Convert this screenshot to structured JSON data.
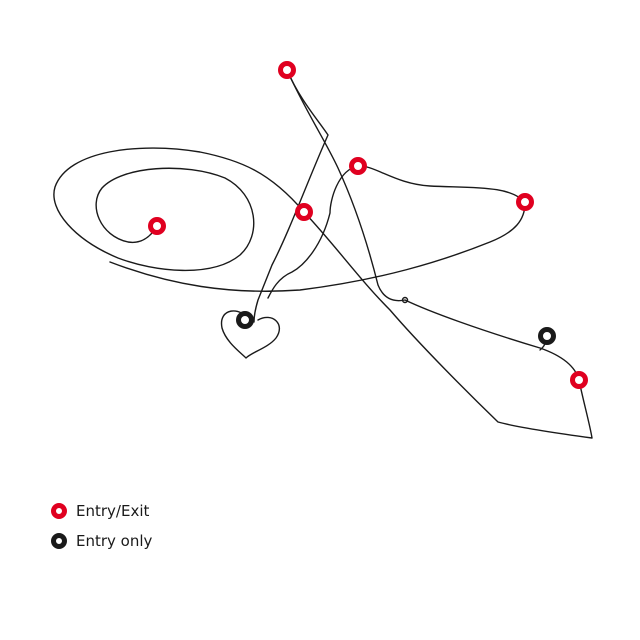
{
  "colors": {
    "line": "#1a1a1a",
    "entry_exit": "#e00020",
    "entry_only": "#1a1a1a",
    "background": "#ffffff"
  },
  "legend": {
    "items": [
      {
        "label": "Entry/Exit",
        "marker": "entry-exit-marker"
      },
      {
        "label": "Entry only",
        "marker": "entry-only-marker"
      }
    ]
  }
}
